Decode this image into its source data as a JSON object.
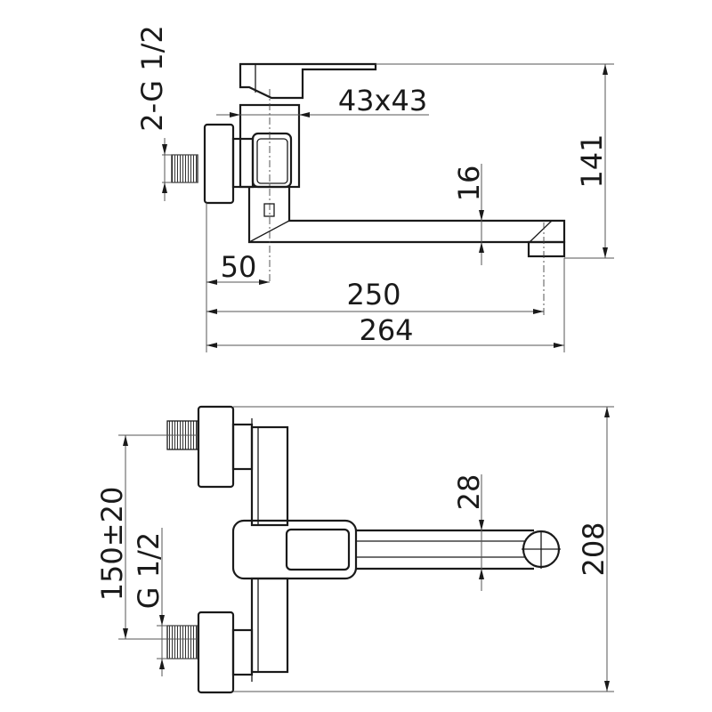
{
  "side_view": {
    "dim_connection": "2-G 1/2",
    "dim_body_section": "43x43",
    "dim_height": "141",
    "dim_spout_height": "16",
    "dim_wall_offset": "50",
    "dim_spout_reach": "250",
    "dim_total_length": "264"
  },
  "top_view": {
    "dim_centers": "150±20",
    "dim_connection": "G 1/2",
    "dim_spout_width": "28",
    "dim_total_width": "208"
  }
}
